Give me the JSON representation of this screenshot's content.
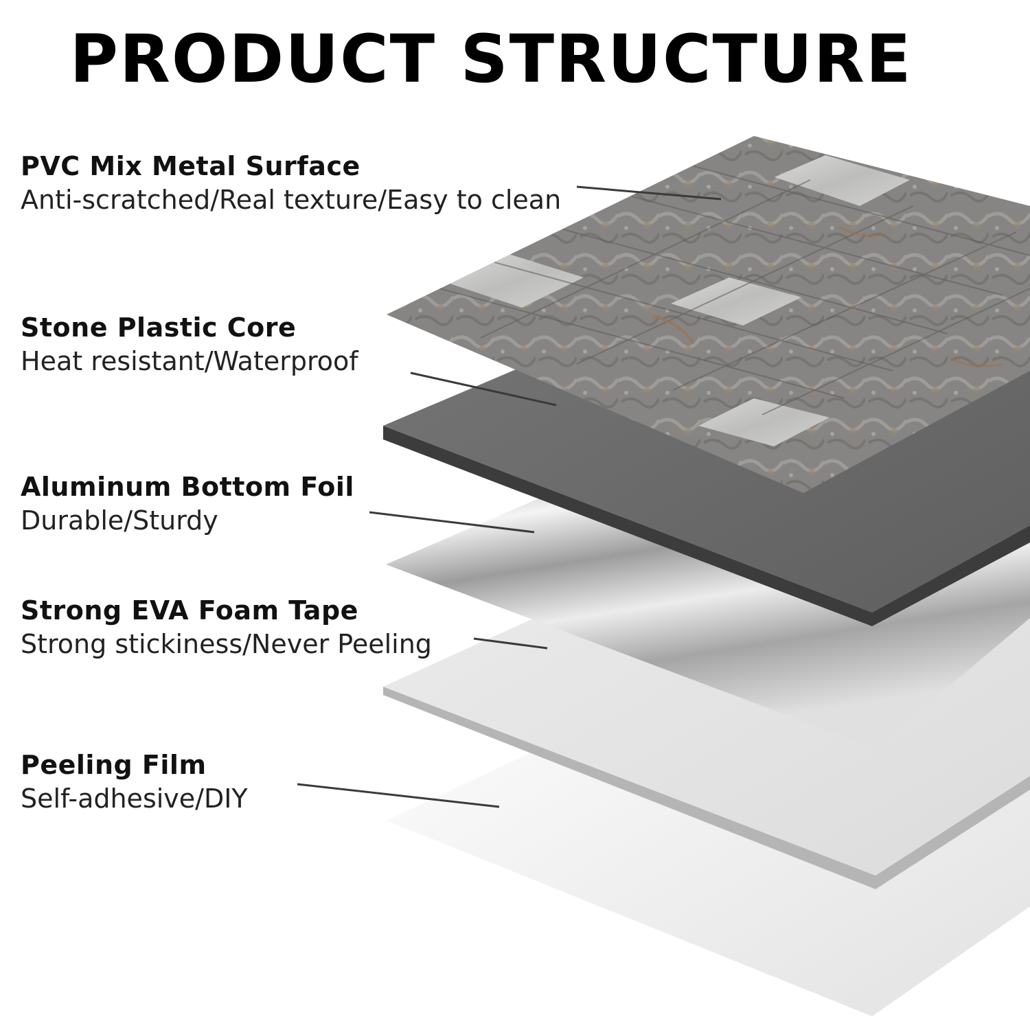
{
  "title": "PRODUCT STRUCTURE",
  "layers": [
    {
      "name": "PVC Mix Metal Surface",
      "description": "Anti-scratched/Real texture/Easy to clean"
    },
    {
      "name": "Stone Plastic Core",
      "description": "Heat resistant/Waterproof"
    },
    {
      "name": "Aluminum Bottom Foil",
      "description": "Durable/Sturdy"
    },
    {
      "name": "Strong EVA Foam Tape",
      "description": "Strong stickiness/Never Peeling"
    },
    {
      "name": "Peeling Film",
      "description": "Self-adhesive/DIY"
    }
  ],
  "colors": {
    "surface_stone": "#8a8886",
    "surface_metal": "#c9c9c7",
    "core": "#6f6f6f",
    "foil": "#bdbdbd",
    "foam": "#e6e6e6",
    "film": "#f1f1f1"
  }
}
